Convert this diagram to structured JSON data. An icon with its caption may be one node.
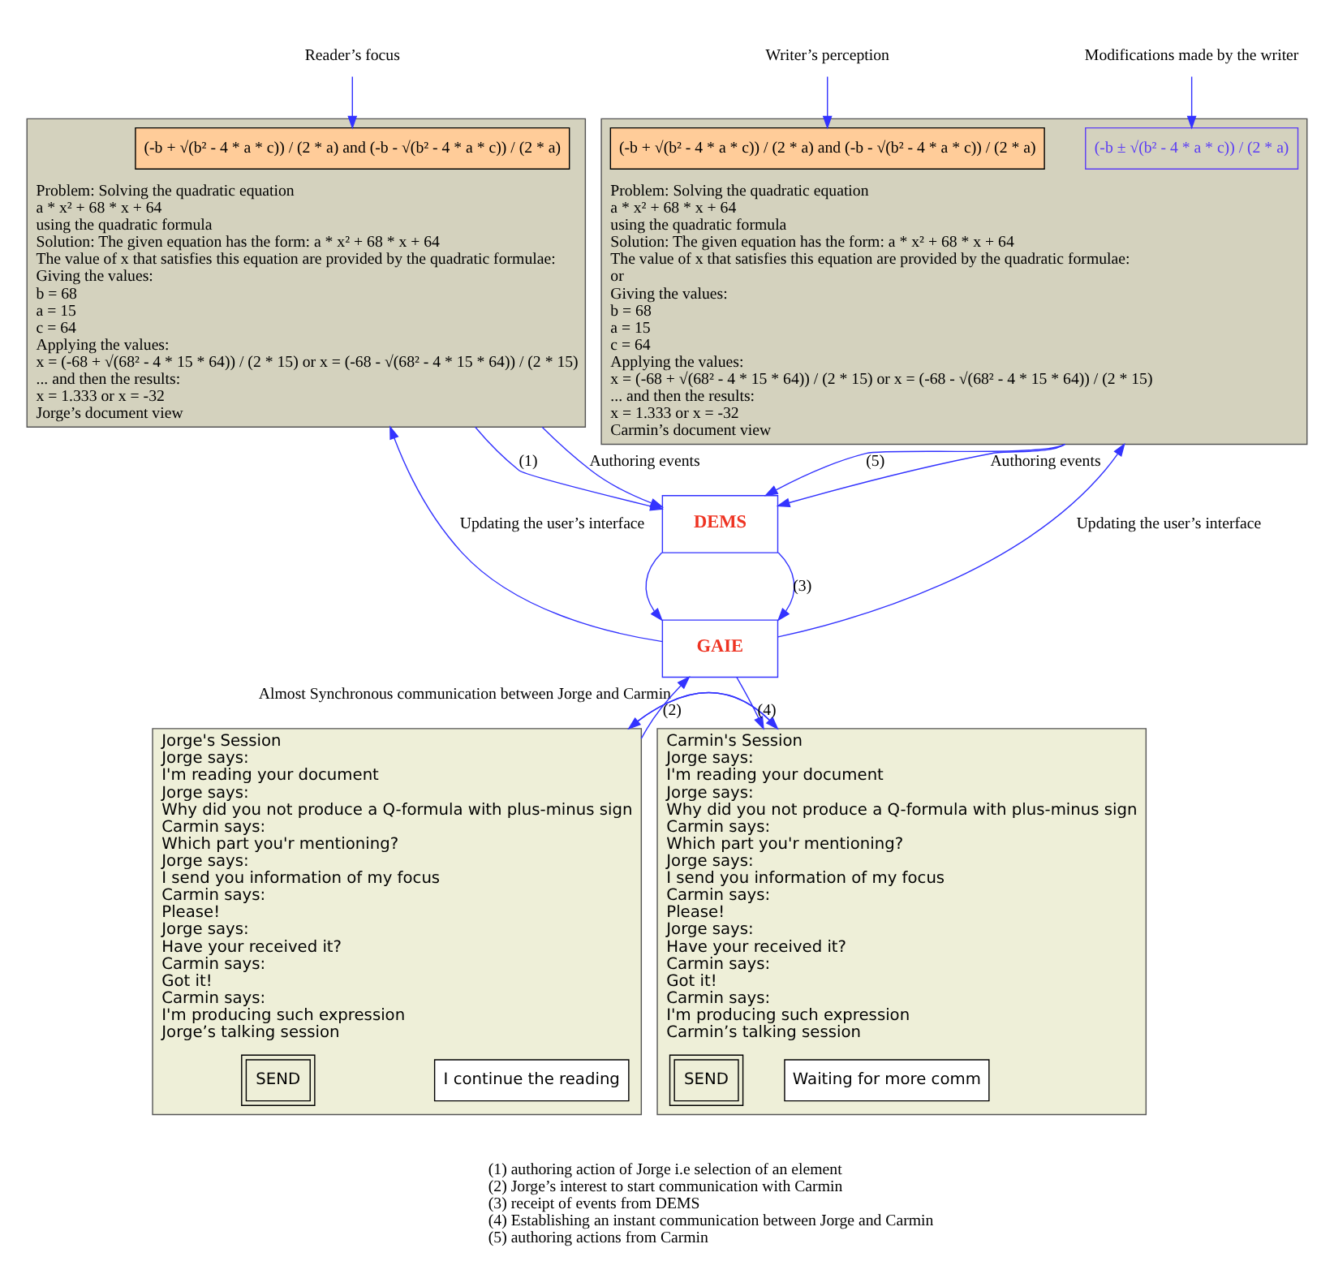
{
  "diagram": {
    "nodes": [
      {
        "text": [
          "Problem: Solving the quadratic equation",
          "a * x² + 68 * x + 64",
          "using the quadratic formula",
          "Solution: The given equation has the form: a * x² + 68 * x + 64",
          "The value of x that satisfies this equation are provided by the quadratic formulae:",
          "Giving the values:",
          "b = 68",
          "a = 15",
          "c = 64",
          "Applying the values:",
          "x = (-68 + √(68² - 4 * 15 * 64)) / (2 * 15) or x = (-68 - √(68² - 4 * 15 * 64)) / (2 * 15)",
          "... and then the results:",
          "x = 1.333 or x = -32"
        ],
        "beside": [
          "Jorge’s document view"
        ]
      },
      {
        "text": [
          "(-b + √(b² - 4 * a * c)) / (2 * a) and (-b - √(b² - 4 * a * c)) / (2 * a)"
        ],
        "in": 0
      },
      {
        "text": [
          "Problem: Solving the quadratic equation",
          "a * x² + 68 * x + 64",
          "using the quadratic formula",
          "Solution: The given equation has the form: a * x² + 68 * x + 64",
          "The value of x that satisfies this equation are provided by the quadratic formulae:",
          "or",
          "Giving the values:",
          "b = 68",
          "a = 15",
          "c = 64",
          "Applying the values:",
          "x = (-68 + √(68² - 4 * 15 * 64)) / (2 * 15) or x = (-68 - √(68² - 4 * 15 * 64)) / (2 * 15)",
          "... and then the results:",
          "x = 1.333 or x = -32"
        ],
        "beside": [
          "Carmin’s document view"
        ]
      },
      {
        "text": [
          "(-b ± √(b² - 4 * a * c)) / (2 * a)"
        ],
        "in": 2
      },
      {
        "text": [
          "(-b + √(b² - 4 * a * c)) / (2 * a) and (-b - √(b² - 4 * a * c)) / (2 * a)"
        ],
        "in": 2
      },
      {
        "text": [
          "Reader’s focus"
        ]
      },
      {
        "text": [
          "Modifications made by the writer"
        ]
      },
      {
        "text": [
          "Writer’s perception"
        ]
      },
      {
        "text": [
          "Jorge's Session",
          "Jorge says:",
          "I'm reading your document",
          "Jorge says:",
          "Why did you not produce a Q-formula with plus-minus sign",
          "Carmin says:",
          "Which part you'r mentioning?",
          "Jorge says:",
          "I send you information of my focus",
          "Carmin says:",
          "Please!",
          "Jorge says:",
          "Have your received it?",
          "Carmin says:",
          "Got it!",
          "Carmin says:",
          "I'm producing such expression"
        ],
        "beside": [
          "Jorge’s talking session"
        ]
      },
      {
        "text": [
          "I continue the reading"
        ],
        "in": 8
      },
      {
        "text": [
          "SEND"
        ],
        "in": 8
      },
      {
        "text": [
          "Carmin's Session",
          "Jorge says:",
          "I'm reading your document",
          "Jorge says:",
          "Why did you not produce a Q-formula with plus-minus sign",
          "Carmin says:",
          "Which part you'r mentioning?",
          "Jorge says:",
          "I send you information of my focus",
          "Carmin says:",
          "Please!",
          "Jorge says:",
          "Have your received it?",
          "Carmin says:",
          "Got it!",
          "Carmin says:",
          "I'm producing such expression"
        ],
        "beside": [
          "Carmin’s talking session"
        ]
      },
      {
        "text": [
          "Waiting for more comm"
        ],
        "in": 11
      },
      {
        "text": [
          "SEND"
        ],
        "in": 11
      },
      {
        "text": [
          "DEMS"
        ]
      },
      {
        "text": [
          "GAIE"
        ]
      }
    ],
    "edges": [
      {
        "from": 5,
        "to": 1,
        "arrow": "to"
      },
      {
        "from": 6,
        "to": 3,
        "arrow": "to"
      },
      {
        "from": 7,
        "to": 4,
        "arrow": "to"
      },
      {
        "from": 0,
        "to": 14,
        "arrow": "to",
        "label": "(1)"
      },
      {
        "from": 0,
        "to": 14,
        "arrow": "to",
        "label": "Authoring events"
      },
      {
        "from": 2,
        "to": 14,
        "arrow": "to",
        "label": "(5)"
      },
      {
        "from": 2,
        "to": 14,
        "arrow": "to",
        "label": "Authoring events"
      },
      {
        "from": 14,
        "to": 15,
        "arrow": "to"
      },
      {
        "from": 14,
        "to": 15,
        "arrow": "to",
        "label": "(3)"
      },
      {
        "from": 15,
        "to": 0,
        "arrow": "to",
        "label": "Updating the user’s interface"
      },
      {
        "from": 15,
        "to": 2,
        "arrow": "to",
        "label": "Updating the user’s interface"
      },
      {
        "from": 8,
        "to": 15,
        "arrow": "to",
        "label": "(2)"
      },
      {
        "from": 15,
        "to": 11,
        "arrow": "to",
        "label": "(4)"
      },
      {
        "from": 8,
        "to": 11,
        "arrow": "to"
      },
      {
        "from": 11,
        "to": 8,
        "arrow": "to",
        "label": "Almost Synchronous communication between Jorge and Carmin"
      }
    ],
    "labels": [
      "(1) authoring action of Jorge i.e selection of an element",
      "(2) Jorge’s interest to start communication with Carmin",
      "(3) receipt of events from DEMS",
      "(4) Establishing an instant communication between Jorge and Carmin",
      "(5) authoring actions from Carmin"
    ]
  }
}
